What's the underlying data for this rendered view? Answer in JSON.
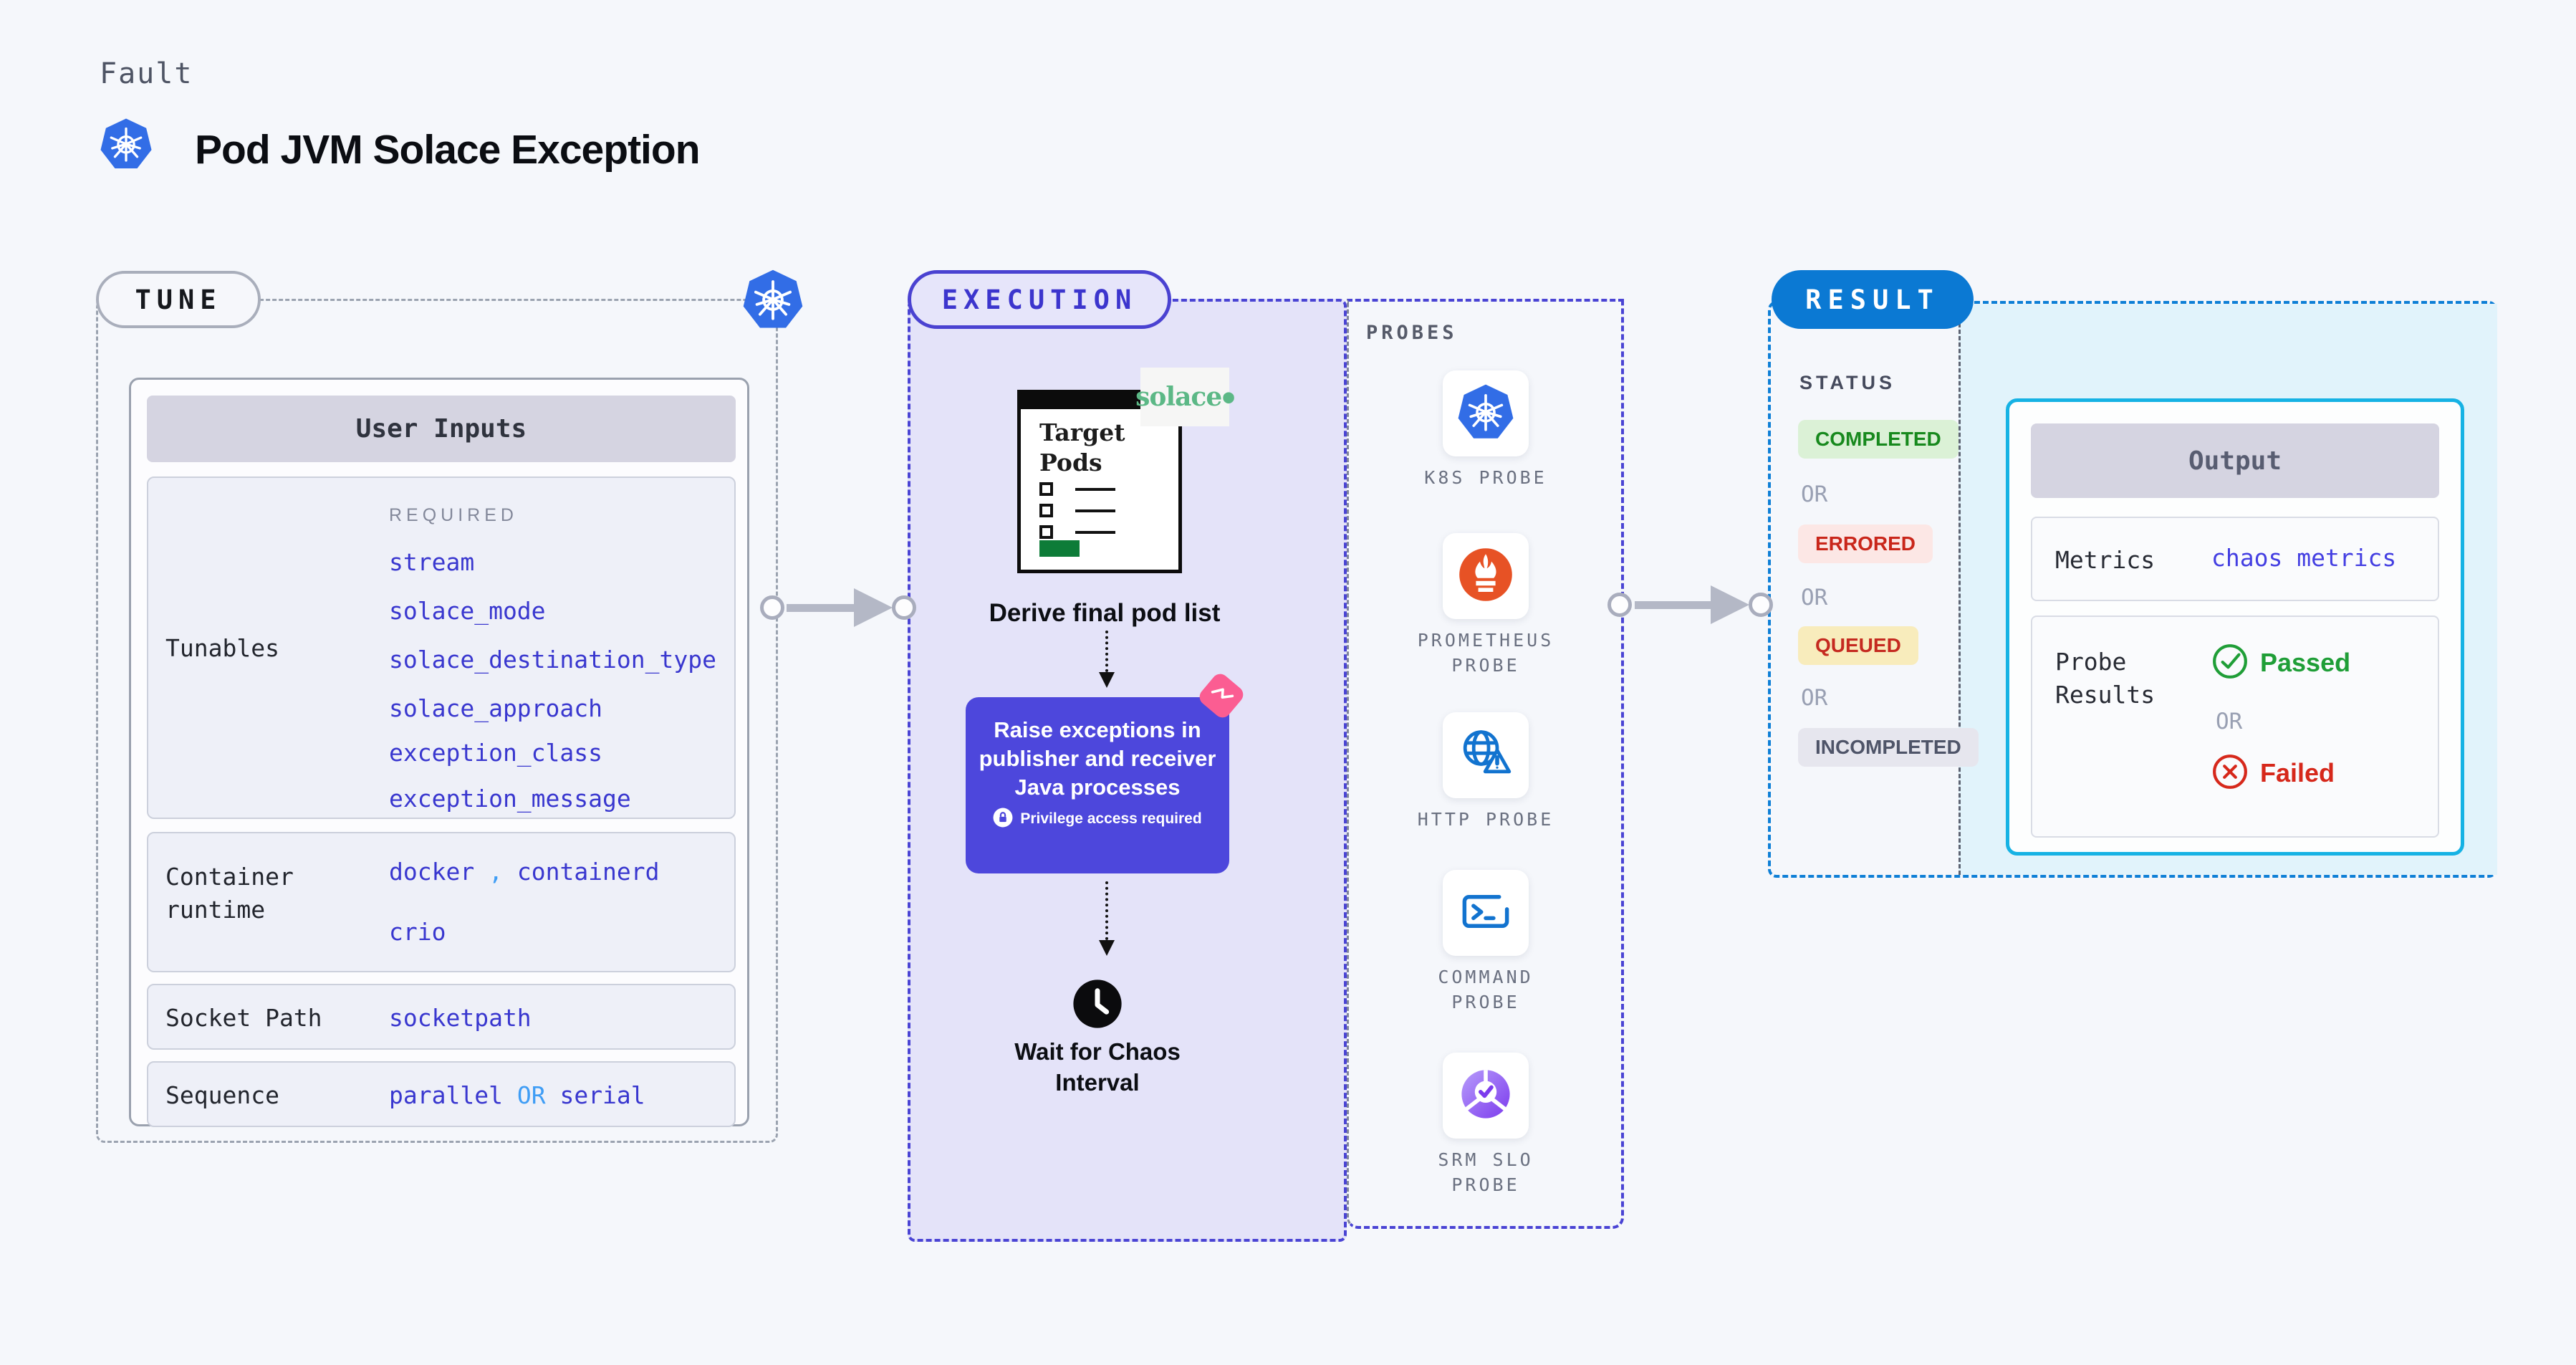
{
  "page": {
    "kicker": "Fault",
    "title": "Pod JVM Solace Exception"
  },
  "tune": {
    "badge": "TUNE",
    "user_inputs_title": "User Inputs",
    "required_label": "REQUIRED",
    "tunables_label": "Tunables",
    "tunables": [
      "stream",
      "solace_mode",
      "solace_destination_type",
      "solace_approach",
      "exception_class",
      "exception_message"
    ],
    "container_runtime": {
      "label_line1": "Container",
      "label_line2": "runtime",
      "value1_a": "docker",
      "comma": ",",
      "value1_b": "containerd",
      "value2": "crio"
    },
    "socket_path": {
      "label": "Socket Path",
      "value": "socketpath"
    },
    "sequence": {
      "label": "Sequence",
      "value_a": "parallel",
      "or_label": "OR",
      "value_b": "serial"
    }
  },
  "execution": {
    "badge": "EXECUTION",
    "target_pods_line1": "Target",
    "target_pods_line2": "Pods",
    "solace_logo": "solace",
    "solace_dot": "●",
    "derive_label": "Derive final pod list",
    "action_text": "Raise exceptions in publisher and receiver Java processes",
    "privilege_note": "Privilege access required",
    "wait_label": "Wait for Chaos Interval"
  },
  "probes": {
    "title": "PROBES",
    "items": [
      {
        "name": "K8S PROBE",
        "icon": "kubernetes-icon"
      },
      {
        "name": "PROMETHEUS PROBE",
        "icon": "prometheus-icon"
      },
      {
        "name": "HTTP PROBE",
        "icon": "http-globe-icon"
      },
      {
        "name": "COMMAND PROBE",
        "icon": "terminal-icon"
      },
      {
        "name": "SRM SLO PROBE",
        "icon": "slo-donut-icon"
      }
    ]
  },
  "result": {
    "badge": "RESULT",
    "status_label": "STATUS",
    "or_label": "OR",
    "statuses": [
      {
        "label": "COMPLETED",
        "type": "completed"
      },
      {
        "label": "ERRORED",
        "type": "errored"
      },
      {
        "label": "QUEUED",
        "type": "queued"
      },
      {
        "label": "INCOMPLETED",
        "type": "incompleted"
      }
    ],
    "output": {
      "title": "Output",
      "metrics_label": "Metrics",
      "metrics_value": "chaos metrics",
      "probe_results_line1": "Probe",
      "probe_results_line2": "Results",
      "passed": "Passed",
      "or": "OR",
      "failed": "Failed"
    }
  },
  "colors": {
    "accent_indigo": "#4d47dc",
    "accent_blue": "#0b79d3",
    "accent_cyan": "#16b2e4",
    "value_blue": "#3937cf",
    "passed_green": "#1f9e37",
    "failed_red": "#d6281b",
    "solace_green": "#5cb886",
    "k8s_blue": "#326de6",
    "prometheus_orange": "#e75225"
  }
}
